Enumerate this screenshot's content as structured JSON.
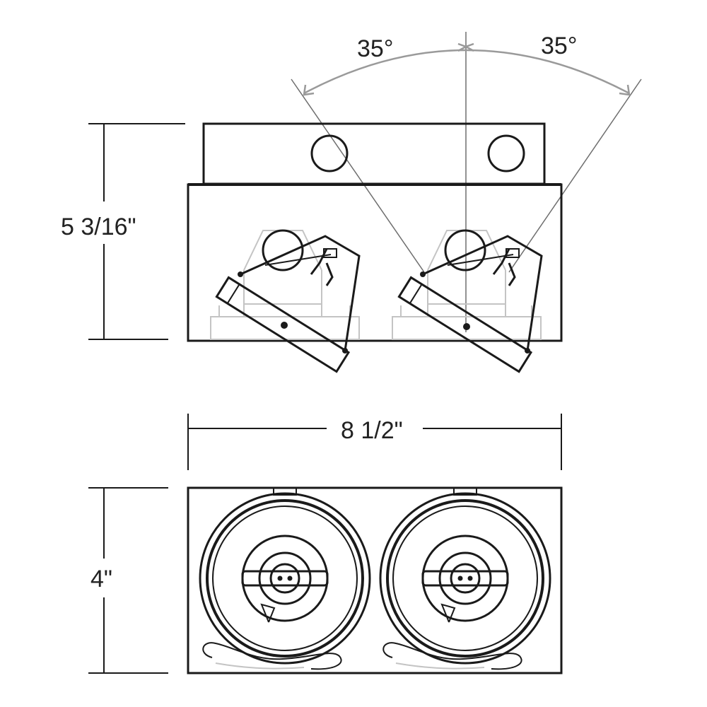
{
  "dimensions": {
    "angle_left": "35°",
    "angle_right": "35°",
    "height_side": "5 3/16\"",
    "width": "8 1/2\"",
    "depth_top": "4\""
  },
  "colors": {
    "line": "#1a1a1a",
    "ghost": "#c4c4c4",
    "guide": "#6e6e6e",
    "text": "#222222"
  }
}
